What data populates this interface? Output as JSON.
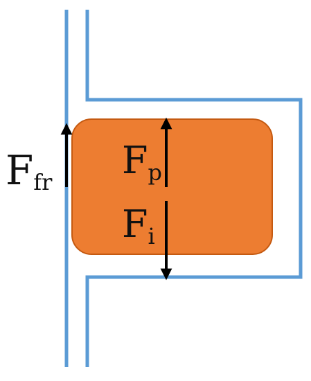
{
  "colors": {
    "wall": "#5b9bd5",
    "block_fill": "#ed7d31",
    "block_stroke": "#c55a11",
    "arrow": "#000000",
    "background": "#ffffff"
  },
  "labels": {
    "friction": {
      "main": "F",
      "sub": "fr"
    },
    "pressure": {
      "main": "F",
      "sub": "p"
    },
    "inertia": {
      "main": "F",
      "sub": "i"
    }
  }
}
